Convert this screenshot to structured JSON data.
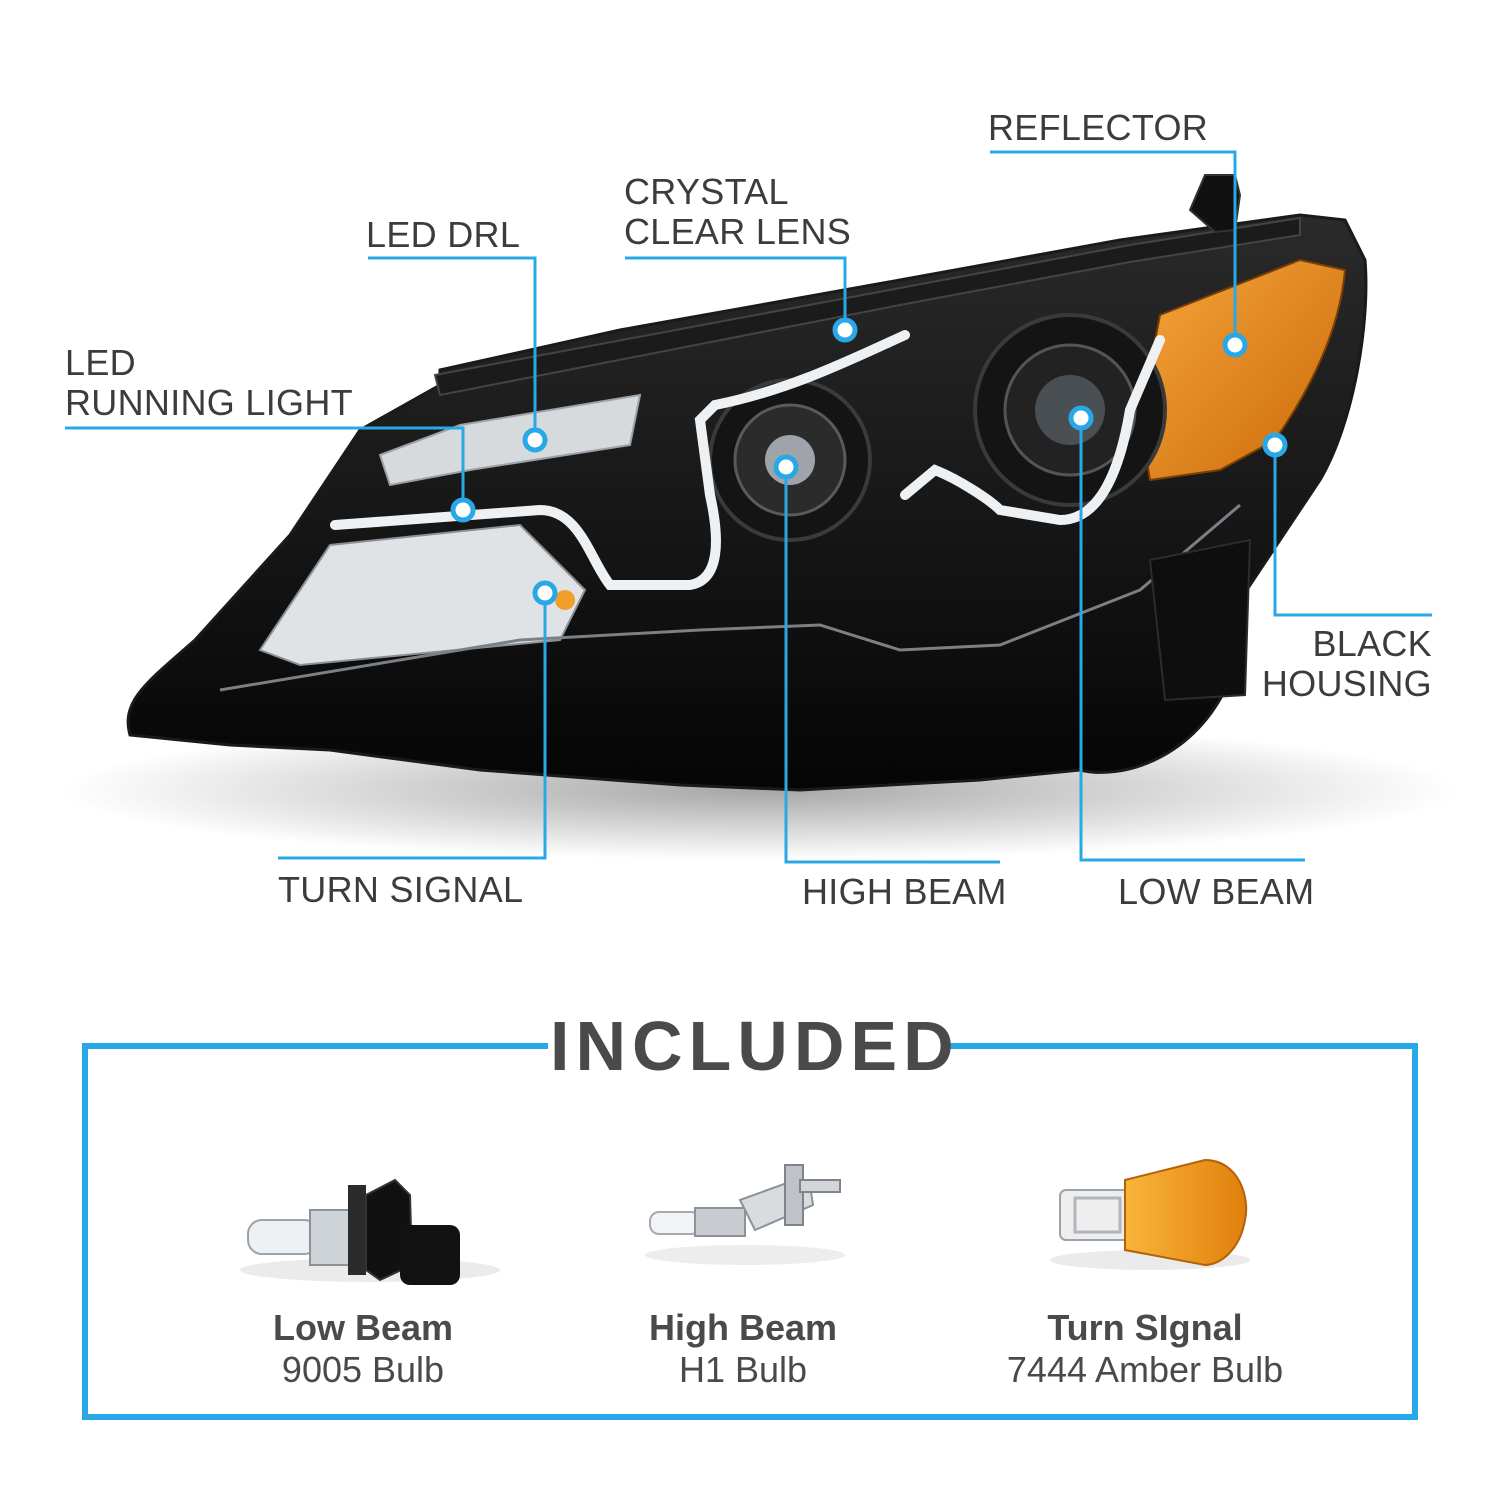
{
  "colors": {
    "accent": "#29a8e8",
    "text": "#3c3c3c",
    "housing": "#0d0d0d",
    "amber": "#e2810f",
    "chrome": "#c8cdd2"
  },
  "callouts": {
    "reflector": "REFLECTOR",
    "crystal_clear_lens": "CRYSTAL\nCLEAR LENS",
    "led_drl": "LED DRL",
    "led_running_light": "LED\nRUNNING LIGHT",
    "black_housing": "BLACK\nHOUSING",
    "turn_signal": "TURN SIGNAL",
    "high_beam": "HIGH BEAM",
    "low_beam": "LOW BEAM"
  },
  "included": {
    "title": "INCLUDED",
    "items": [
      {
        "name": "Low Beam",
        "spec": "9005 Bulb",
        "icon": "9005-bulb-icon"
      },
      {
        "name": "High Beam",
        "spec": "H1 Bulb",
        "icon": "h1-bulb-icon"
      },
      {
        "name": "Turn SIgnal",
        "spec": "7444 Amber Bulb",
        "icon": "7444-amber-bulb-icon"
      }
    ]
  }
}
